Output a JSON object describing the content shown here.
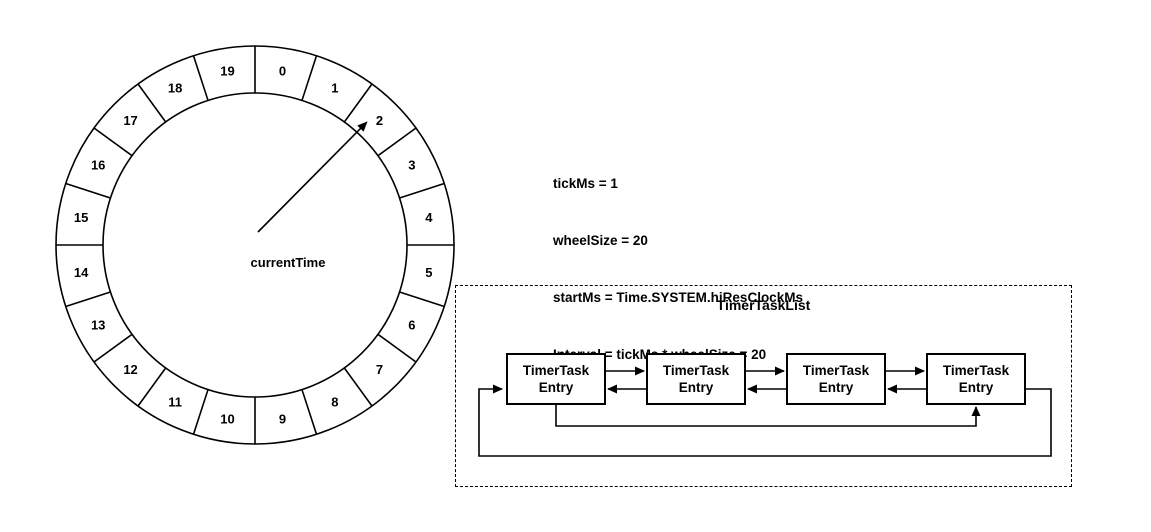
{
  "wheel": {
    "segments": [
      "0",
      "1",
      "2",
      "3",
      "4",
      "5",
      "6",
      "7",
      "8",
      "9",
      "10",
      "11",
      "12",
      "13",
      "14",
      "15",
      "16",
      "17",
      "18",
      "19"
    ],
    "center_label": "currentTime",
    "pointer_segment": 2
  },
  "params": {
    "lines": [
      "tickMs = 1",
      "wheelSize = 20",
      "startMs = Time.SYSTEM.hiResClockMs",
      "Interval = tickMs * wheelSize = 20"
    ]
  },
  "timer_task_list": {
    "title": "TimerTaskList",
    "entries": [
      {
        "label": "TimerTask Entry"
      },
      {
        "label": "TimerTask Entry"
      },
      {
        "label": "TimerTask Entry"
      },
      {
        "label": "TimerTask Entry"
      }
    ]
  },
  "colors": {
    "line": "#000000",
    "background": "#ffffff"
  }
}
